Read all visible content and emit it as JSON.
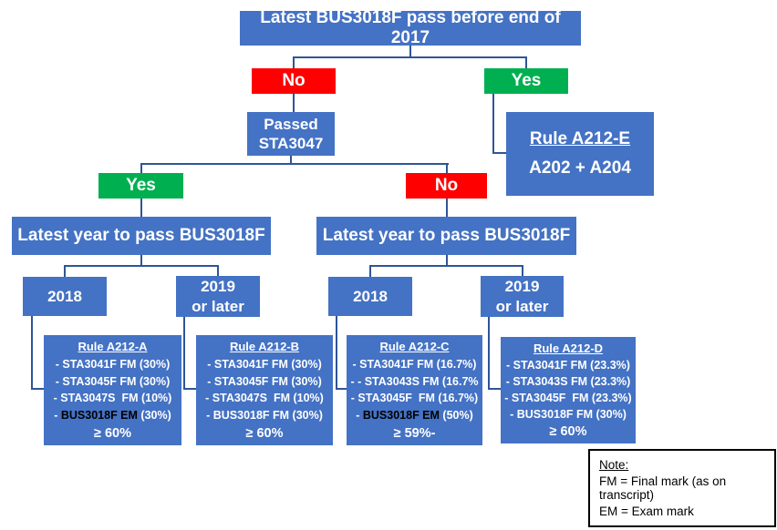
{
  "colors": {
    "box_blue": "#4472C4",
    "yes_green": "#00B050",
    "no_red": "#FF0000",
    "connector": "#2F5597"
  },
  "root_question": "Latest BUS3018F pass before end of 2017",
  "branch1": {
    "no": "No",
    "yes": "Yes"
  },
  "passed_box": {
    "line1": "Passed",
    "line2": "STA3047"
  },
  "rule_e": {
    "title": "Rule A212-E",
    "body": "A202 + A204"
  },
  "branch2": {
    "yes": "Yes",
    "no": "No"
  },
  "latest_year_left": "Latest year to pass BUS3018F",
  "latest_year_right": "Latest year to pass BUS3018F",
  "years": {
    "y2018": "2018",
    "y2019_line1": "2019",
    "y2019_line2": "or later"
  },
  "rule_boxes": [
    {
      "title": "Rule A212-A",
      "lines": [
        {
          "pre": "- STA3041F FM (30%)"
        },
        {
          "pre": "- STA3045F FM (30%)"
        },
        {
          "pre": "- STA3047S  FM (10%)"
        },
        {
          "pre": "- ",
          "em": "BUS3018F EM",
          "post": " (30%)"
        }
      ],
      "threshold": "≥ 60%"
    },
    {
      "title": "Rule A212-B",
      "lines": [
        {
          "pre": "- STA3041F FM (30%)"
        },
        {
          "pre": "- STA3045F FM (30%)"
        },
        {
          "pre": "- STA3047S  FM (10%)"
        },
        {
          "pre": "- BUS3018F FM (30%)"
        }
      ],
      "threshold": "≥ 60%"
    },
    {
      "title": "Rule A212-C",
      "lines": [
        {
          "pre": "- STA3041F FM (16.7%)"
        },
        {
          "pre": "- - STA3043S FM (16.7%"
        },
        {
          "pre": "- STA3045F  FM (16.7%)"
        },
        {
          "pre": "- ",
          "em": "BUS3018F EM",
          "post": " (50%)"
        }
      ],
      "threshold": "≥ 59%-"
    },
    {
      "title": "Rule A212-D",
      "lines": [
        {
          "pre": "- STA3041F FM (23.3%)"
        },
        {
          "pre": "- STA3043S FM (23.3%)"
        },
        {
          "pre": "- STA3045F  FM (23.3%)"
        },
        {
          "pre": "- BUS3018F FM (30%)"
        }
      ],
      "threshold": "≥ 60%"
    }
  ],
  "note": {
    "title": "Note:",
    "fm": "FM = Final mark (as on transcript)",
    "em": "EM = Exam mark"
  }
}
